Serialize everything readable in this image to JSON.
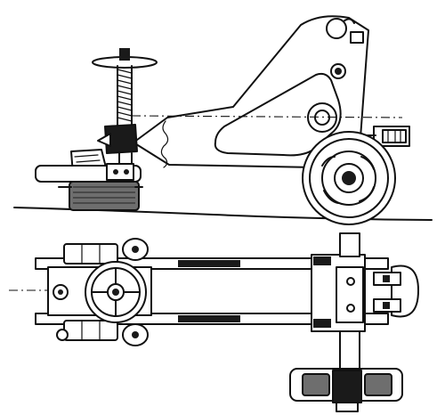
{
  "figure": {
    "kind": "mechanical line drawing",
    "views": [
      "side-elevation",
      "plan-view"
    ],
    "colors": {
      "ink": "#111111",
      "paper": "#ffffff",
      "shade": "#6e6e6e"
    }
  }
}
